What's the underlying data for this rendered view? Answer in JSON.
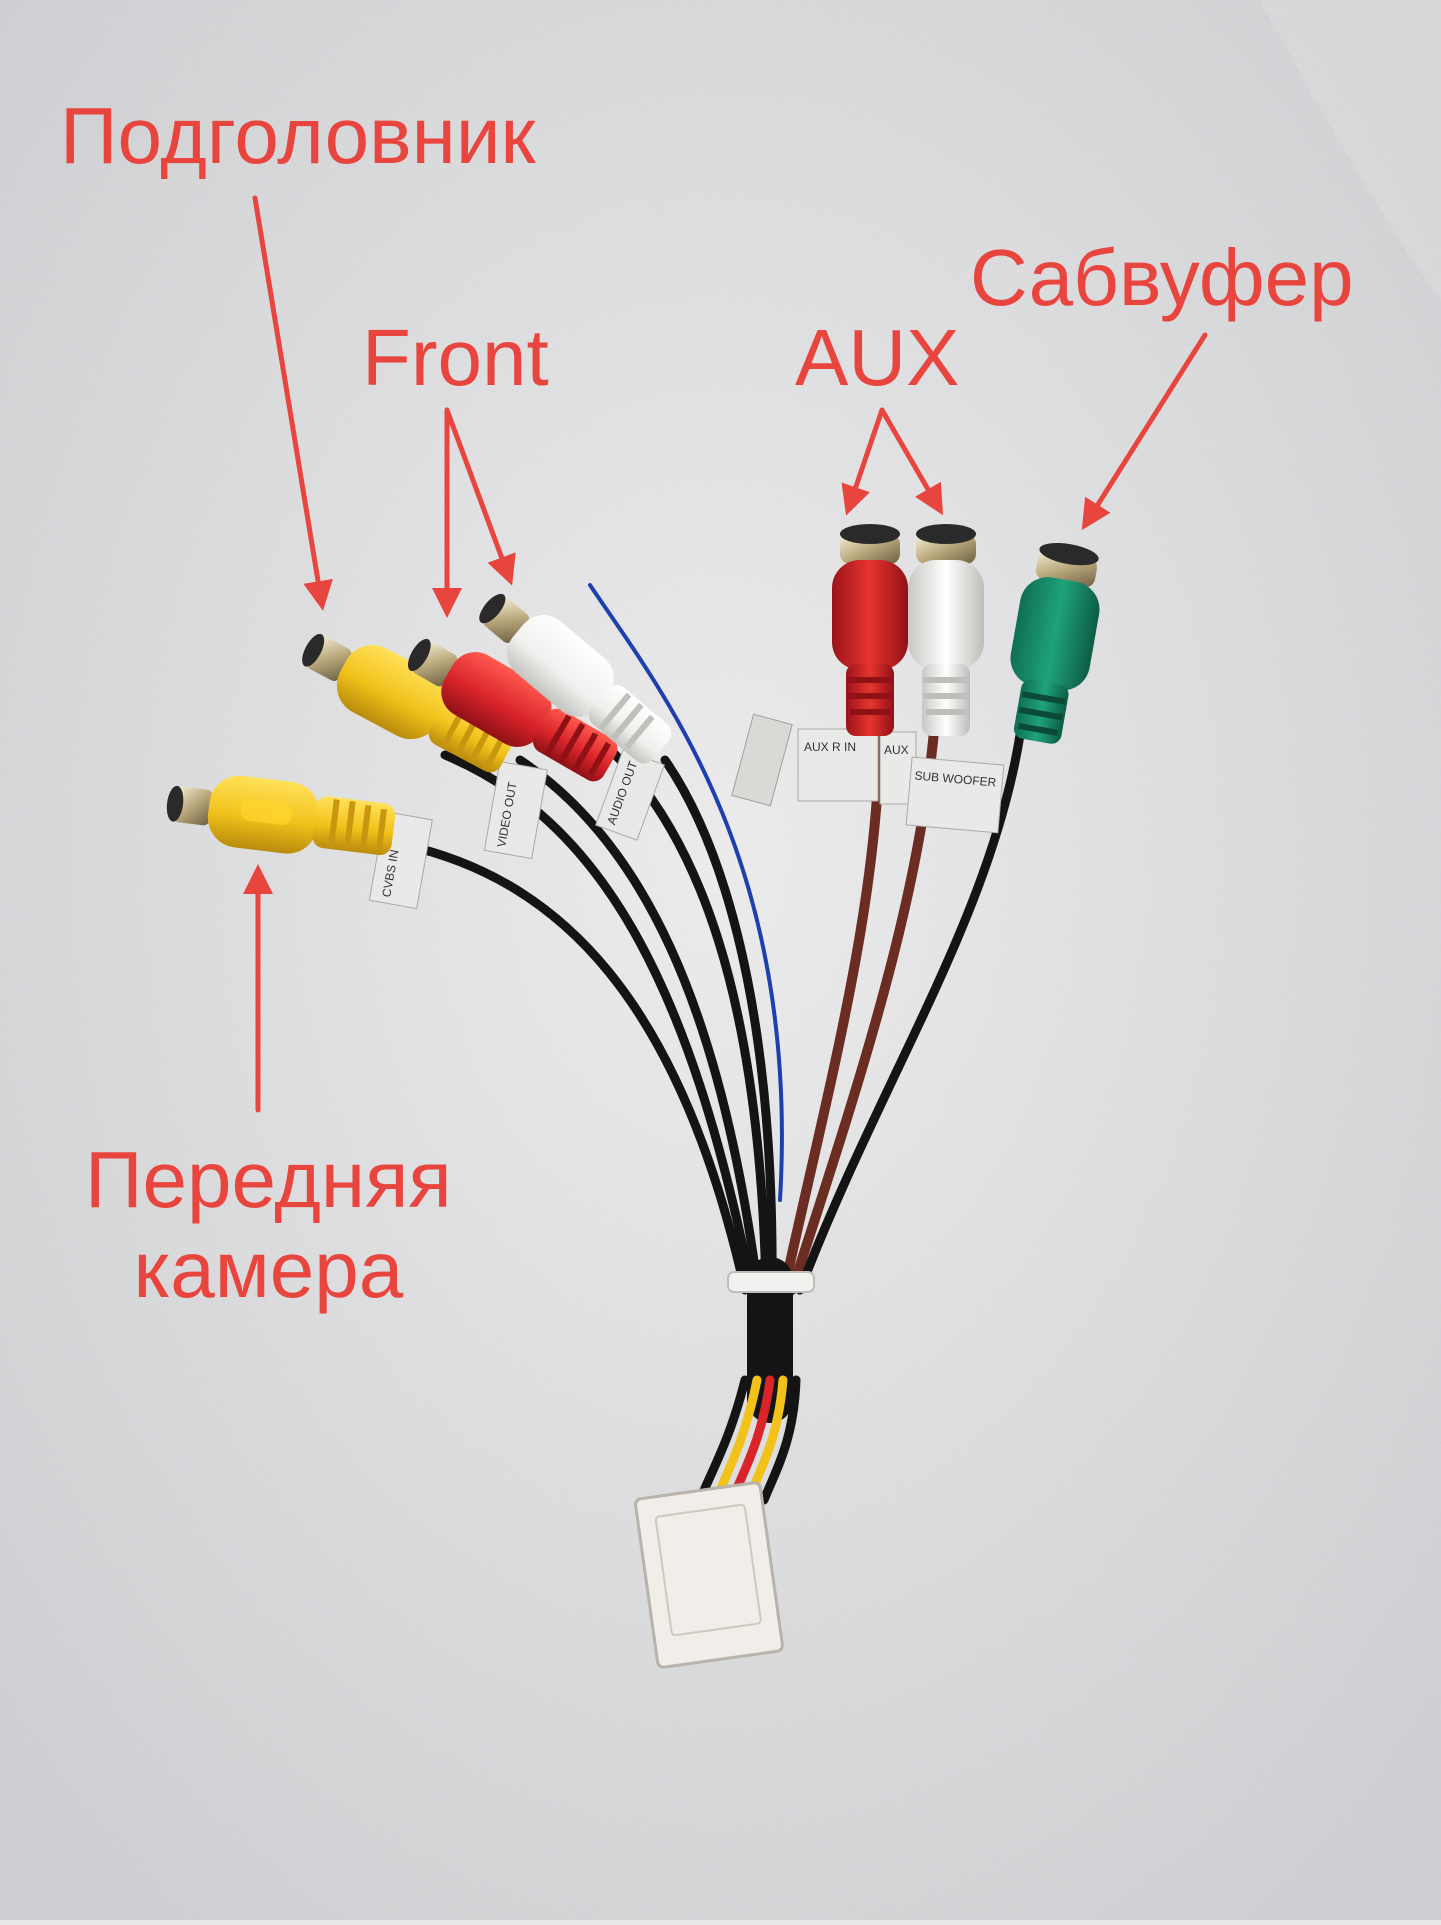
{
  "labels": {
    "headrest": "Подголовник",
    "front": "Front",
    "aux": "AUX",
    "subwoofer": "Сабвуфер",
    "front_camera_line1": "Передняя",
    "front_camera_line2": "камера"
  },
  "cable_tags": {
    "cvbs_in": "CVBS IN",
    "video_out": "VIDEO OUT",
    "audio_out": "AUDIO OUT",
    "aux_r_in": "AUX R IN",
    "aux_l_in": "AUX",
    "sub_woofer": "SUB WOOFER"
  },
  "colors": {
    "annotation": "#e8453f",
    "background": "#e9e9ea",
    "plug_yellow": "#f2c21b",
    "plug_red": "#d9242a",
    "plug_white": "#f4f4f2",
    "plug_green": "#1a8e6a",
    "wire_black": "#141414",
    "wire_brown": "#6b2c22",
    "wire_blue": "#1e3fb0",
    "connector": "#f1ede8"
  }
}
